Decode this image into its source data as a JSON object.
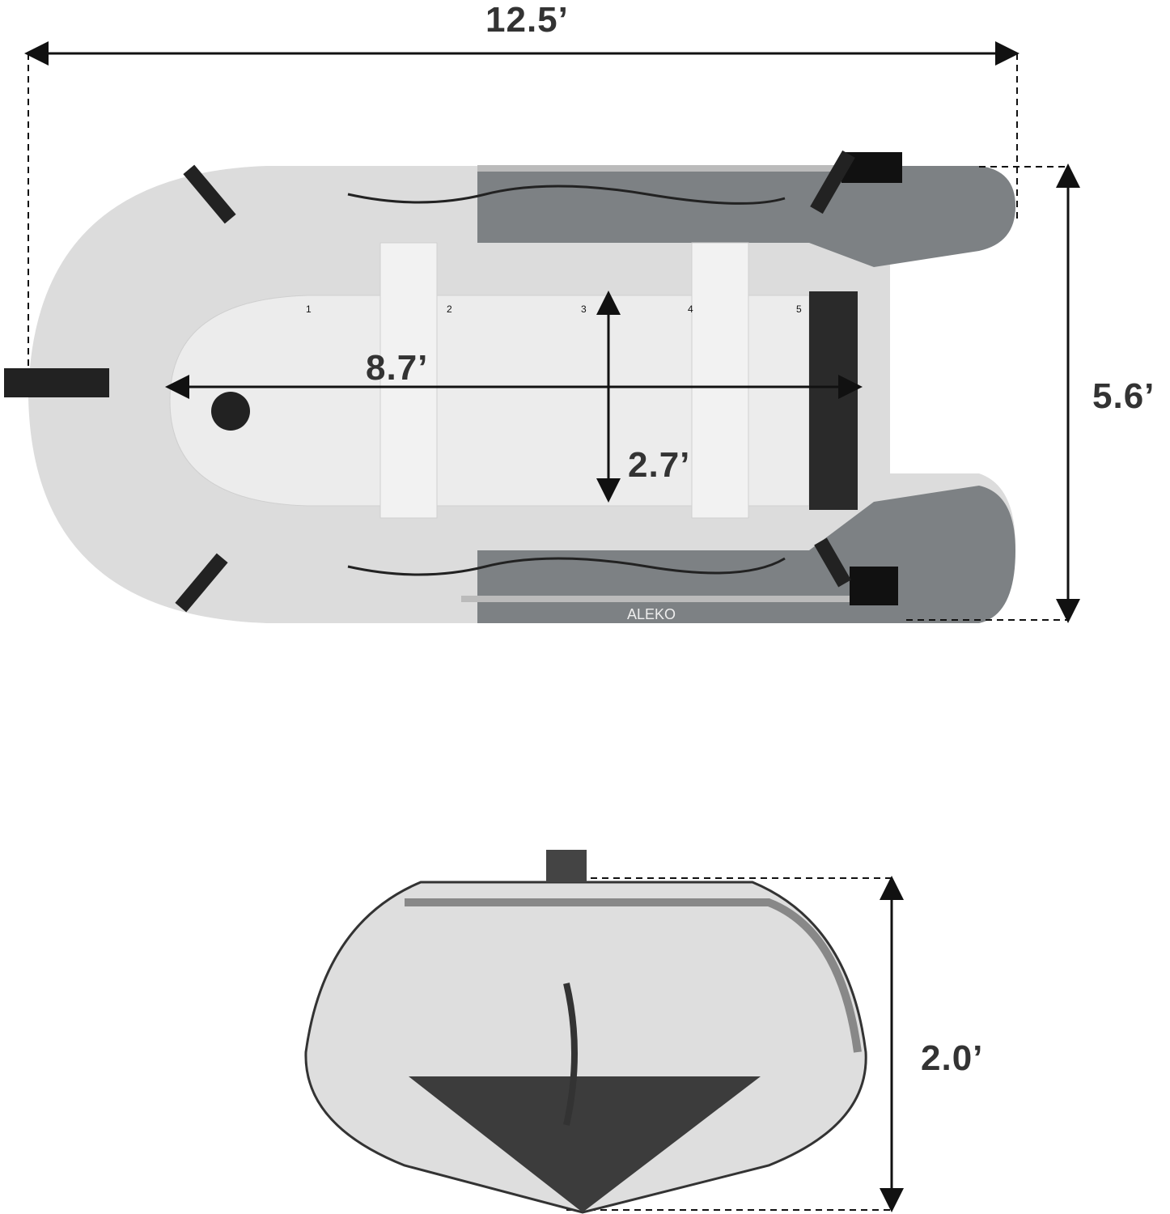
{
  "dimensions": {
    "overall_length": "12.5’",
    "overall_width": "5.6’",
    "inner_length": "8.7’",
    "inner_width": "2.7’",
    "height": "2.0’"
  },
  "logo": "ALEKO",
  "floor_panel_numbers": [
    "1",
    "2",
    "3",
    "4",
    "5"
  ],
  "colors": {
    "tube_light": "#dcdcdc",
    "tube_dark": "#7d8184",
    "floor": "#ececec",
    "dimension_line": "#111111",
    "label": "#333333"
  }
}
